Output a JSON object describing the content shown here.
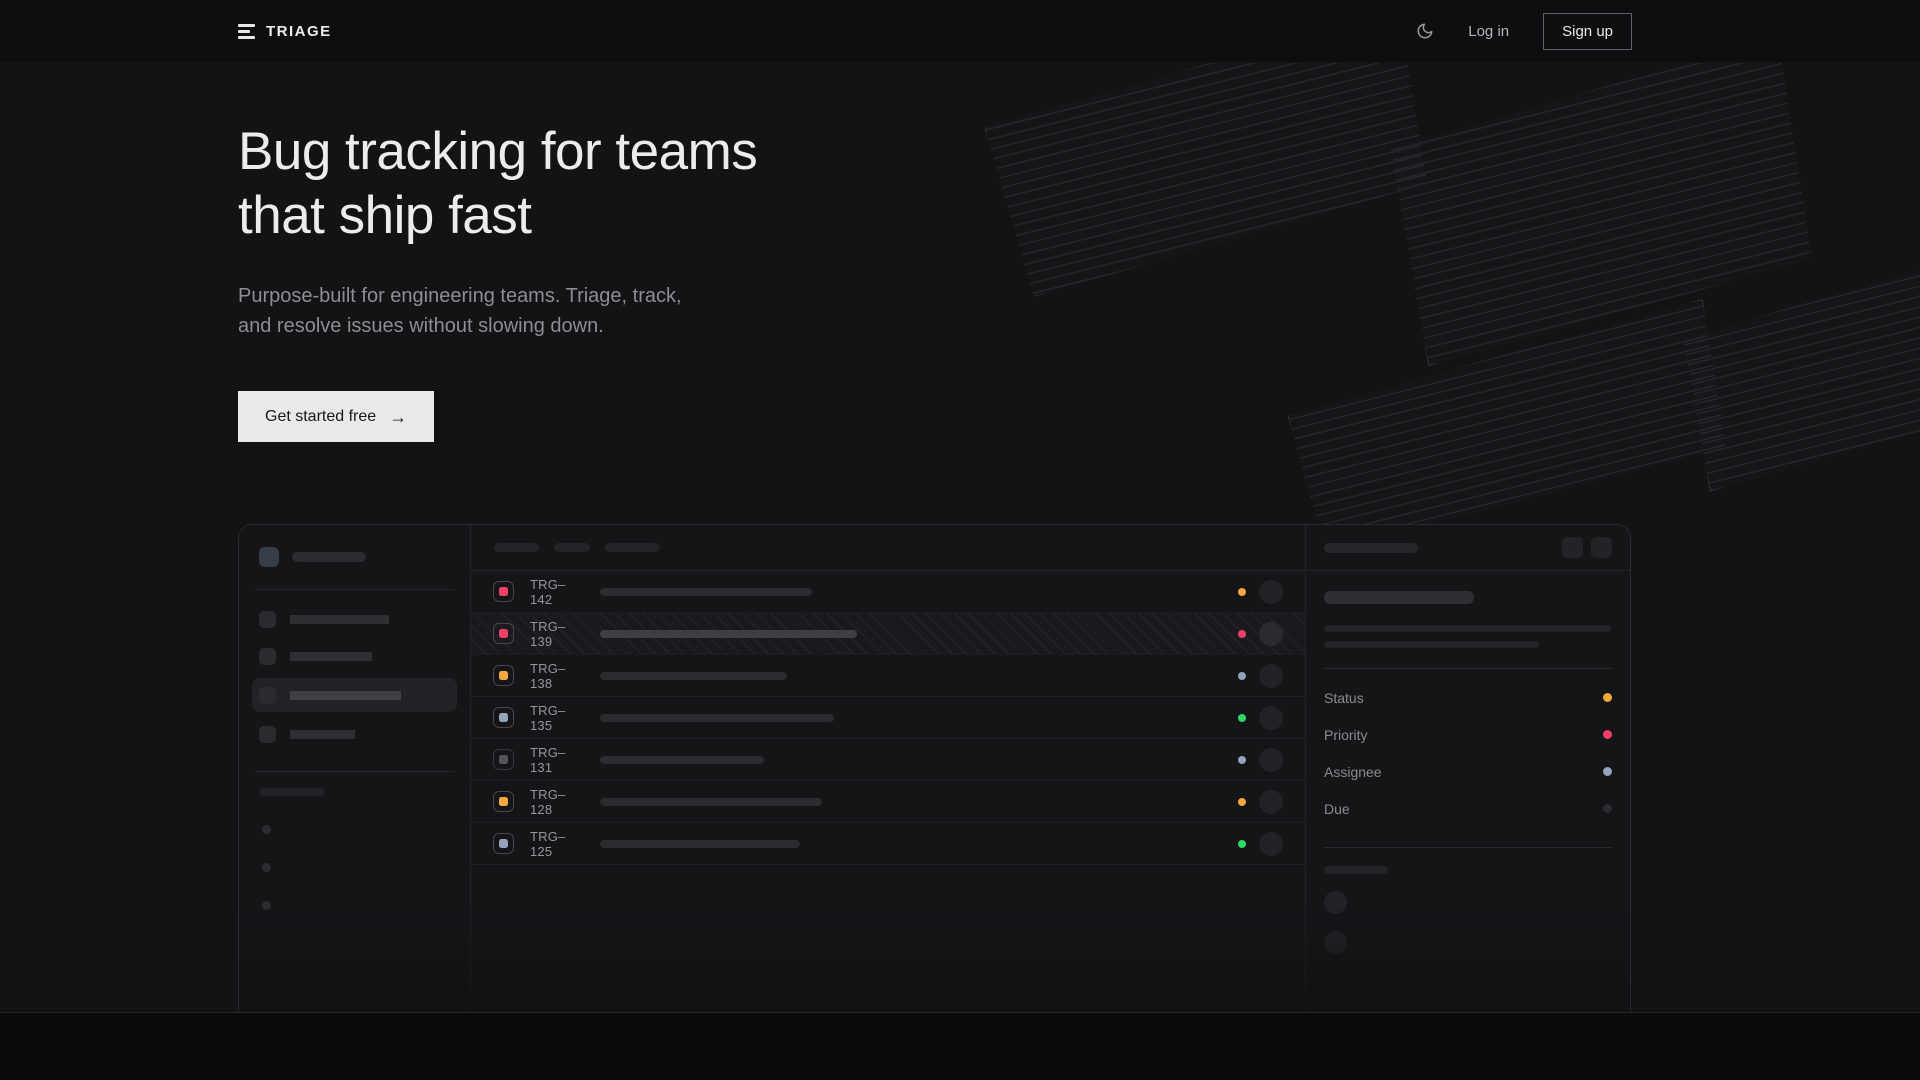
{
  "nav": {
    "brand": "TRIAGE",
    "theme_icon": "moon",
    "login_label": "Log in",
    "signup_label": "Sign up"
  },
  "hero": {
    "title_line1": "Bug tracking for teams",
    "title_line2": "that ship fast",
    "subtitle": "Purpose-built for engineering teams. Triage, track, and resolve issues without slowing down.",
    "cta_label": "Get started free",
    "cta_arrow": "→"
  },
  "colors": {
    "amber": "#f3a73d",
    "rose": "#ee3f67",
    "green": "#2fd966",
    "slate": "#92a3bc",
    "gray": "#54555b",
    "cta_bg": "#e9e9e9",
    "page_bg": "#131315"
  },
  "mockup": {
    "issues": [
      {
        "key": "TRG–142",
        "icon_color": "#ee3f67",
        "dot_color": "#f3a73d",
        "title_width": 212,
        "selected": false,
        "muted": false
      },
      {
        "key": "TRG–139",
        "icon_color": "#ee3f67",
        "dot_color": "#ee3f67",
        "title_width": 257,
        "selected": true,
        "muted": false
      },
      {
        "key": "TRG–138",
        "icon_color": "#f3a73d",
        "dot_color": "#92a3bc",
        "title_width": 187,
        "selected": false,
        "muted": false
      },
      {
        "key": "TRG–135",
        "icon_color": "#92a3bc",
        "dot_color": "#2fd966",
        "title_width": 234,
        "selected": false,
        "muted": false
      },
      {
        "key": "TRG–131",
        "icon_color": "#54555b",
        "dot_color": "#92a3bc",
        "title_width": 164,
        "selected": false,
        "muted": true
      },
      {
        "key": "TRG–128",
        "icon_color": "#f3a73d",
        "dot_color": "#f3a73d",
        "title_width": 222,
        "selected": false,
        "muted": false
      },
      {
        "key": "TRG–125",
        "icon_color": "#92a3bc",
        "dot_color": "#2fd966",
        "title_width": 200,
        "selected": false,
        "muted": false
      }
    ],
    "detail_fields": [
      {
        "label": "Status",
        "dot_color": "#f3a73d"
      },
      {
        "label": "Priority",
        "dot_color": "#ee3f67"
      },
      {
        "label": "Assignee",
        "dot_color": "#92a3bc"
      },
      {
        "label": "Due",
        "dot_color": "#2c2c31"
      }
    ]
  }
}
